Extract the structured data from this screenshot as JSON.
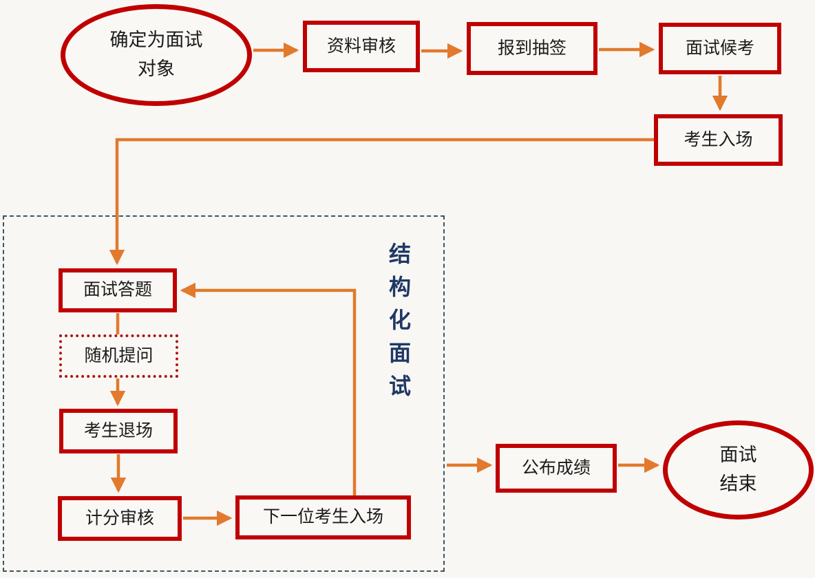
{
  "diagram": {
    "type": "flowchart",
    "language": "zh-CN",
    "colors": {
      "background": "#f8f7f4",
      "node_border": "#c00000",
      "dotted_node_border": "#b01513",
      "arrow": "#e2792c",
      "group_border": "#3b5560",
      "group_label": "#1f3864",
      "text": "#1a1a1a"
    },
    "nodes": {
      "start": {
        "label": "确定为面试\n对象",
        "shape": "ellipse"
      },
      "review": {
        "label": "资料审核",
        "shape": "rect"
      },
      "lottery": {
        "label": "报到抽签",
        "shape": "rect"
      },
      "waiting": {
        "label": "面试候考",
        "shape": "rect"
      },
      "enter": {
        "label": "考生入场",
        "shape": "rect"
      },
      "answer": {
        "label": "面试答题",
        "shape": "rect"
      },
      "random_question": {
        "label": "随机提问",
        "shape": "rect-dotted"
      },
      "exit": {
        "label": "考生退场",
        "shape": "rect"
      },
      "scoring": {
        "label": "计分审核",
        "shape": "rect"
      },
      "next_candidate": {
        "label": "下一位考生入场",
        "shape": "rect"
      },
      "announce": {
        "label": "公布成绩",
        "shape": "rect"
      },
      "end": {
        "label": "面试\n结束",
        "shape": "ellipse"
      }
    },
    "group": {
      "label": "结构化面试",
      "style": "dashed-container"
    },
    "edges": [
      {
        "from": "确定为面试对象",
        "to": "资料审核"
      },
      {
        "from": "资料审核",
        "to": "报到抽签"
      },
      {
        "from": "报到抽签",
        "to": "面试候考"
      },
      {
        "from": "面试候考",
        "to": "考生入场"
      },
      {
        "from": "考生入场",
        "to": "面试答题"
      },
      {
        "from": "面试答题",
        "to": "随机提问"
      },
      {
        "from": "随机提问",
        "to": "考生退场"
      },
      {
        "from": "考生退场",
        "to": "计分审核"
      },
      {
        "from": "计分审核",
        "to": "下一位考生入场"
      },
      {
        "from": "下一位考生入场",
        "to": "面试答题"
      },
      {
        "from": "结构化面试(虚线框)",
        "to": "公布成绩"
      },
      {
        "from": "公布成绩",
        "to": "面试结束"
      }
    ]
  }
}
